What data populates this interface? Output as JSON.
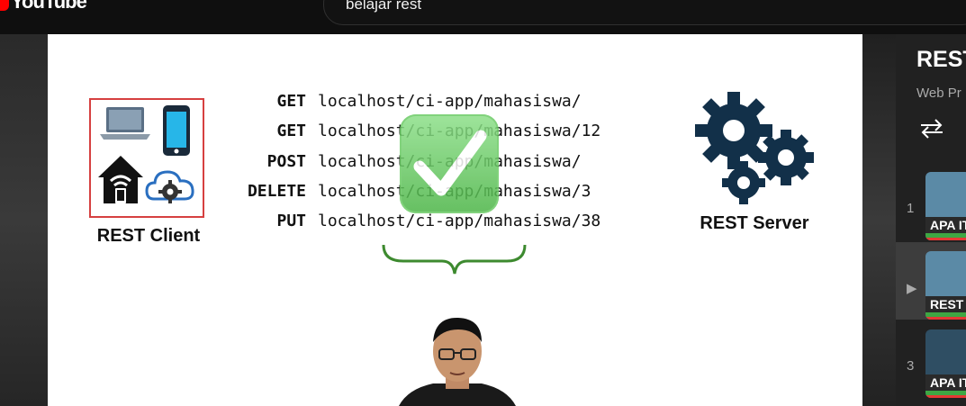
{
  "header": {
    "logo_text": "YouTube",
    "search_value": "belajar rest"
  },
  "slide": {
    "client_label": "REST Client",
    "server_label": "REST Server",
    "routes": [
      {
        "method": "GET",
        "url": "localhost/ci-app/mahasiswa/"
      },
      {
        "method": "GET",
        "url": "localhost/ci-app/mahasiswa/12"
      },
      {
        "method": "POST",
        "url": "localhost/ci-app/mahasiswa/"
      },
      {
        "method": "DELETE",
        "url": "localhost/ci-app/mahasiswa/3"
      },
      {
        "method": "PUT",
        "url": "localhost/ci-app/mahasiswa/38"
      }
    ]
  },
  "playlist": {
    "title": "REST",
    "subtitle": "Web Pr",
    "items": [
      {
        "index": "1",
        "caption": "APA IT"
      },
      {
        "index": "▶",
        "caption": "REST"
      },
      {
        "index": "3",
        "caption": "APA IT"
      }
    ]
  },
  "colors": {
    "accent_red": "#ff0000",
    "check_green": "#4cb547",
    "gear_navy": "#123049"
  }
}
